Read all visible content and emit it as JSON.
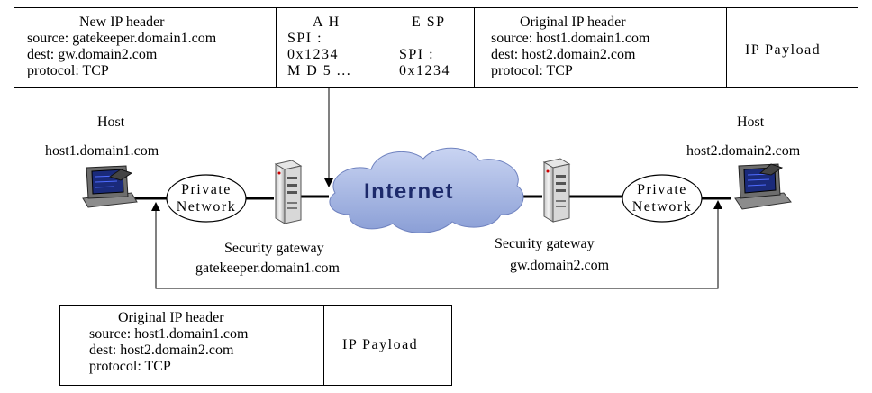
{
  "top_packet": {
    "new_ip_header": {
      "title": "New IP header",
      "source": "source: gatekeeper.domain1.com",
      "dest": "dest: gw.domain2.com",
      "protocol": "protocol: TCP"
    },
    "ah": {
      "title": "A H",
      "spi_label": "SPI :",
      "spi_value": "0x1234",
      "md5": "M D 5 ..."
    },
    "esp": {
      "title": "E SP",
      "spi_label": "SPI :",
      "spi_value": "0x1234"
    },
    "original_ip_header": {
      "title": "Original IP header",
      "source": "source: host1.domain1.com",
      "dest": "dest: host2.domain2.com",
      "protocol": "protocol: TCP"
    },
    "payload": "IP Payload"
  },
  "network": {
    "host_left": {
      "label": "Host",
      "name": "host1.domain1.com"
    },
    "host_right": {
      "label": "Host",
      "name": "host2.domain2.com"
    },
    "private_left": {
      "line1": "Private",
      "line2": "Network"
    },
    "private_right": {
      "line1": "Private",
      "line2": "Network"
    },
    "internet": "Internet",
    "gateway_left": {
      "label": "Security gateway",
      "name": "gatekeeper.domain1.com"
    },
    "gateway_right": {
      "label": "Security gateway",
      "name": "gw.domain2.com"
    }
  },
  "bottom_packet": {
    "original_ip_header": {
      "title": "Original IP header",
      "source": "source: host1.domain1.com",
      "dest": "dest: host2.domain2.com",
      "protocol": "protocol: TCP"
    },
    "payload": "IP Payload"
  }
}
